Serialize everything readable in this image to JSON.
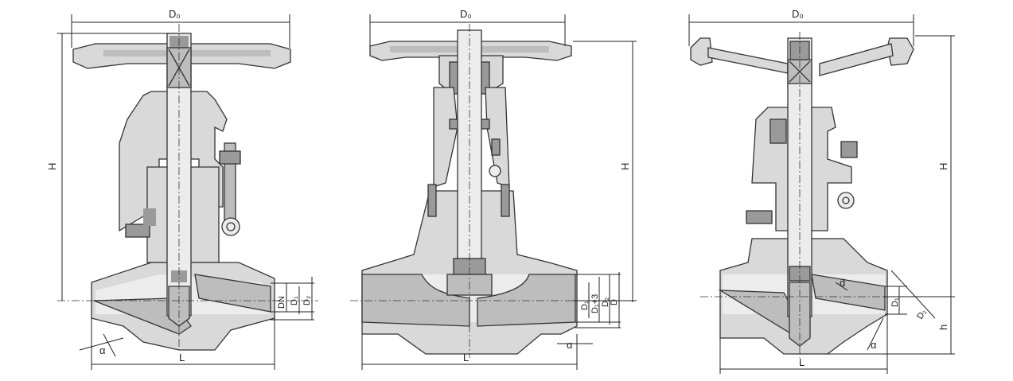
{
  "drawings": [
    {
      "labels": {
        "D0": "D₀",
        "H": "H",
        "L": "L",
        "DN": "DN",
        "D1": "D₁",
        "D2": "D₂",
        "alpha": "α"
      }
    },
    {
      "labels": {
        "D0": "D₀",
        "H": "H",
        "L": "L",
        "D1": "D₁",
        "Dd3": "D₁+3",
        "D": "D",
        "D2": "D₂",
        "alpha": "α"
      }
    },
    {
      "labels": {
        "D0": "D₀",
        "H": "H",
        "L": "L",
        "h": "h",
        "d": "d",
        "D1": "D₁",
        "D2": "D₂",
        "alpha": "α"
      }
    }
  ],
  "colors": {
    "metal": "#d9d9d9",
    "shade": "#9a9a9a",
    "line": "#333333"
  }
}
